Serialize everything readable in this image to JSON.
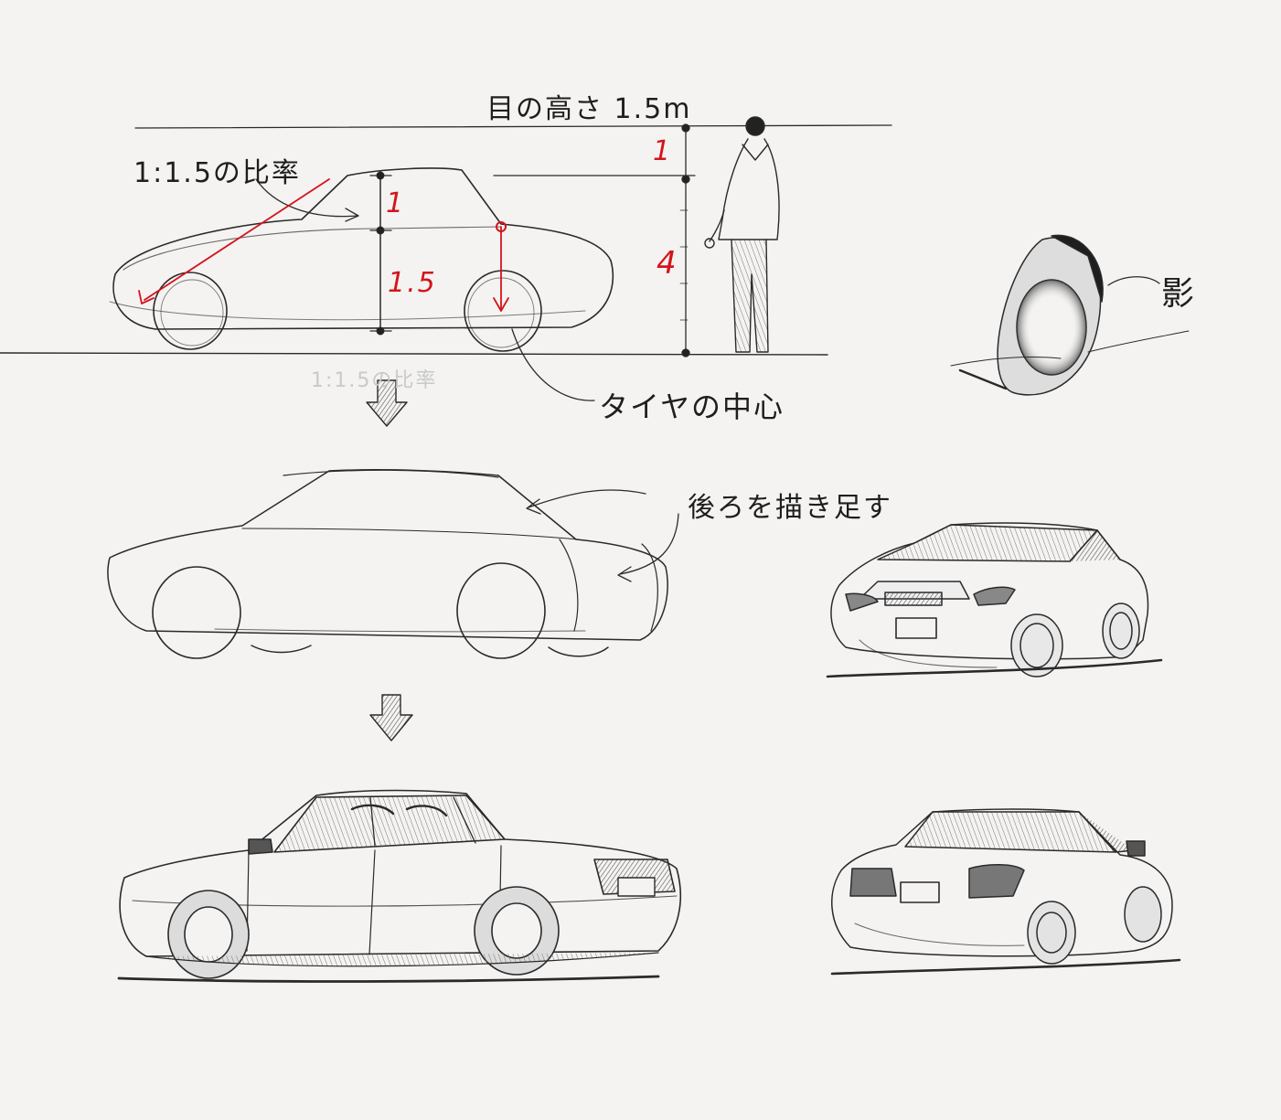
{
  "labels": {
    "eye_height": "目の高さ 1.5m",
    "ratio": "1:1.5の比率",
    "ratio_faint": "1:1.5の比率",
    "tire_center": "タイヤの中心",
    "shadow": "影",
    "add_rear": "後ろを描き足す"
  },
  "numbers": {
    "car_top": "1",
    "car_bottom": "1.5",
    "person_head": "1",
    "person_body": "4"
  },
  "colors": {
    "pencil": "#1e1e1e",
    "red_pencil": "#d4141c",
    "paper": "#f4f3f1"
  }
}
